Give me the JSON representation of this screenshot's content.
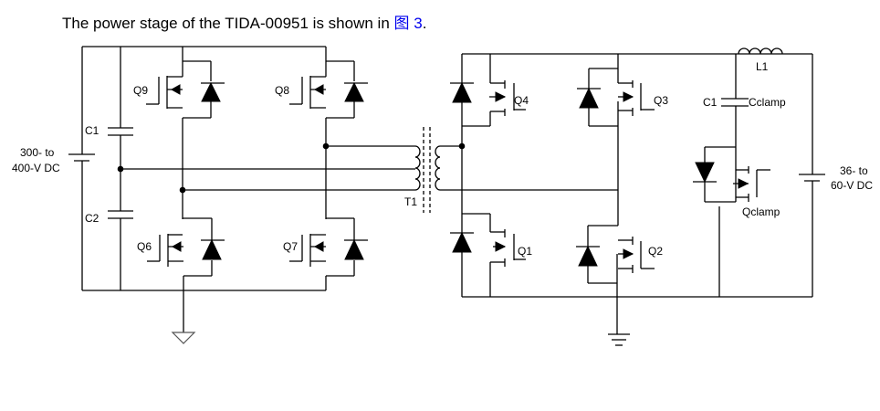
{
  "caption": {
    "text_before": "The power stage of the TIDA-00951 is shown in ",
    "figure_link": "图 3",
    "text_after": "."
  },
  "diagram": {
    "type": "circuit-schematic",
    "title": "TIDA-00951 power stage",
    "input_source": {
      "label_line1": "300- to",
      "label_line2": "400-V DC"
    },
    "output_source": {
      "label_line1": "36- to",
      "label_line2": "60-V DC"
    },
    "primary_components": {
      "capacitors": [
        "C1",
        "C2"
      ],
      "mosfets": [
        "Q9",
        "Q8",
        "Q6",
        "Q7"
      ]
    },
    "transformer": "T1",
    "secondary_components": {
      "mosfets": [
        "Q4",
        "Q3",
        "Q1",
        "Q2"
      ],
      "capacitor": {
        "ref": "C1",
        "name": "Cclamp"
      },
      "clamp_fet": "Qclamp",
      "inductor": "L1"
    },
    "ground_symbols": [
      "primary-ground",
      "secondary-ground"
    ]
  }
}
